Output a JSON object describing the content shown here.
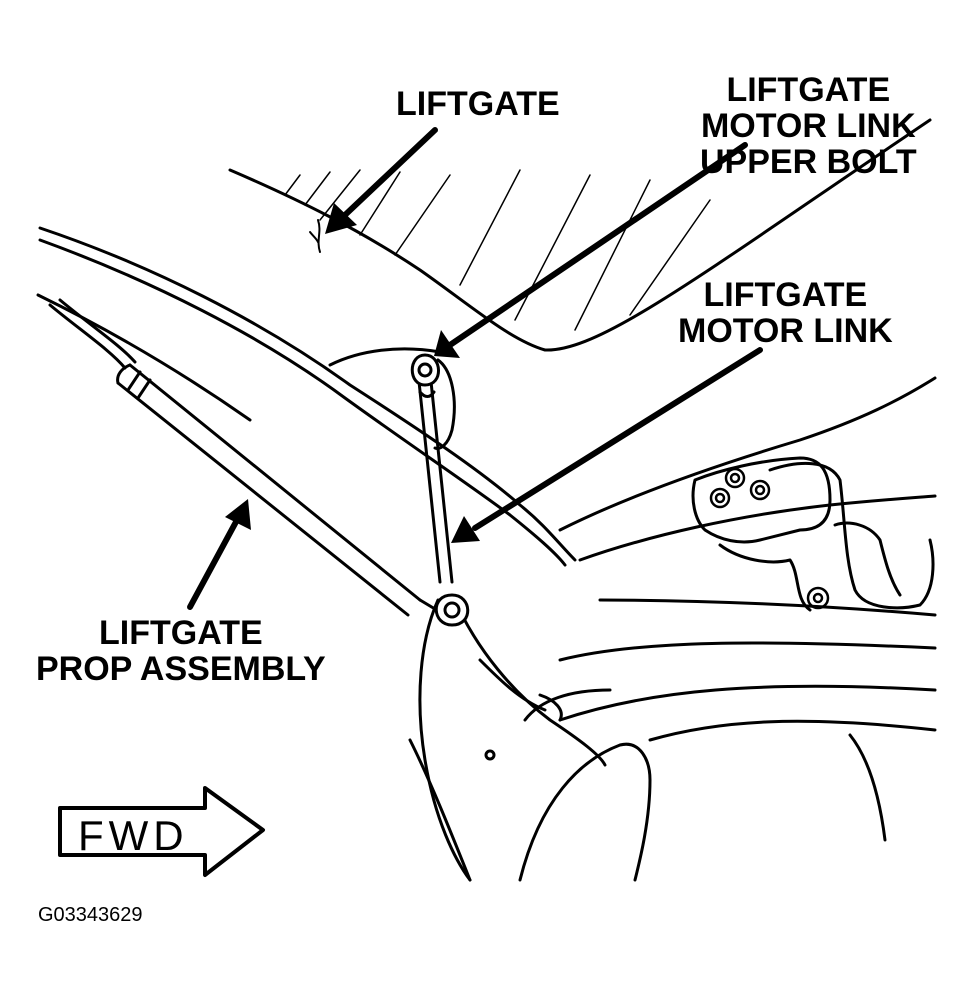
{
  "labels": {
    "liftgate": "LIFTGATE",
    "upper_bolt": [
      "LIFTGATE",
      "MOTOR LINK",
      "UPPER BOLT"
    ],
    "motor_link": [
      "LIFTGATE",
      "MOTOR LINK"
    ],
    "prop_assembly": [
      "LIFTGATE",
      "PROP ASSEMBLY"
    ]
  },
  "direction_arrow": "FWD",
  "figure_id": "G03343629",
  "colors": {
    "ink": "#000000",
    "paper": "#ffffff"
  }
}
